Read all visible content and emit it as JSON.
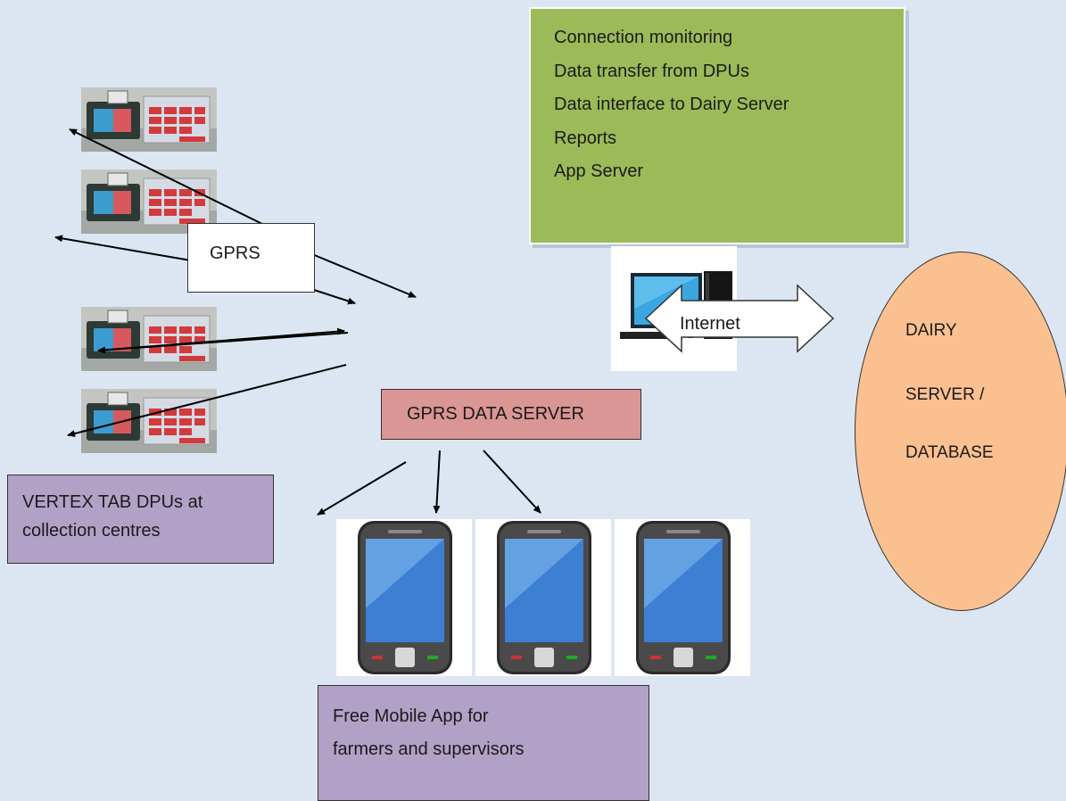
{
  "features_box": {
    "items": [
      "Connection monitoring",
      "Data transfer from DPUs",
      "Data interface to Dairy Server",
      "Reports",
      "App Server"
    ]
  },
  "gprs_label": "GPRS",
  "internet_label": "Internet",
  "gprs_server_label": "GPRS DATA SERVER",
  "dpu_caption": [
    "VERTEX TAB DPUs at",
    "collection centres"
  ],
  "app_caption": [
    "Free Mobile App for",
    "farmers and supervisors"
  ],
  "dairy_server": [
    "DAIRY",
    "SERVER /",
    "DATABASE"
  ],
  "colors": {
    "background": "#dce6f2",
    "features_fill": "#9bbb59",
    "server_fill": "#d99694",
    "caption_fill": "#b2a1c7",
    "dairy_fill": "#fac090"
  }
}
